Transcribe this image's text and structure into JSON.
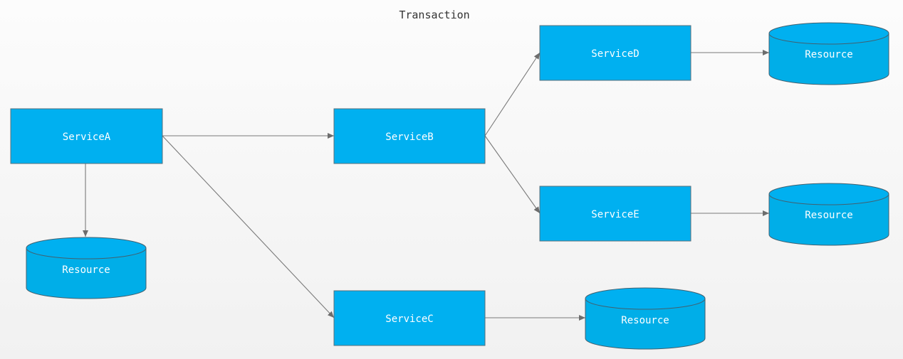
{
  "title": "Transaction",
  "colors": {
    "node_fill": "#00b0f0",
    "edge": "#7a7a7a",
    "text": "#ffffff",
    "title": "#333333"
  },
  "services": {
    "a": "ServiceA",
    "b": "ServiceB",
    "c": "ServiceC",
    "d": "ServiceD",
    "e": "ServiceE"
  },
  "resources": {
    "a": "Resource",
    "c": "Resource",
    "d": "Resource",
    "e": "Resource"
  }
}
